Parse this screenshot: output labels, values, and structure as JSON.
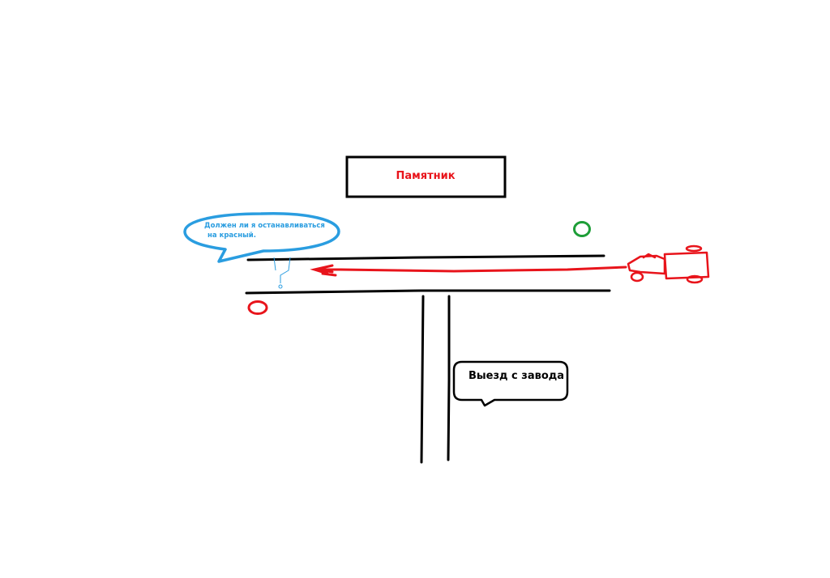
{
  "monument": {
    "label": "Памятник"
  },
  "speech_bubble": {
    "line1": "Должен ли я останавливаться",
    "line2": "на красный."
  },
  "exit_callout": {
    "label": "Выезд с завода"
  },
  "colors": {
    "road": "#000000",
    "vehicle_path": "#e8141b",
    "traffic_light_red": "#e8141b",
    "traffic_light_green": "#1e9e38",
    "bubble": "#2a9de0",
    "monument_text": "#e8141b"
  }
}
